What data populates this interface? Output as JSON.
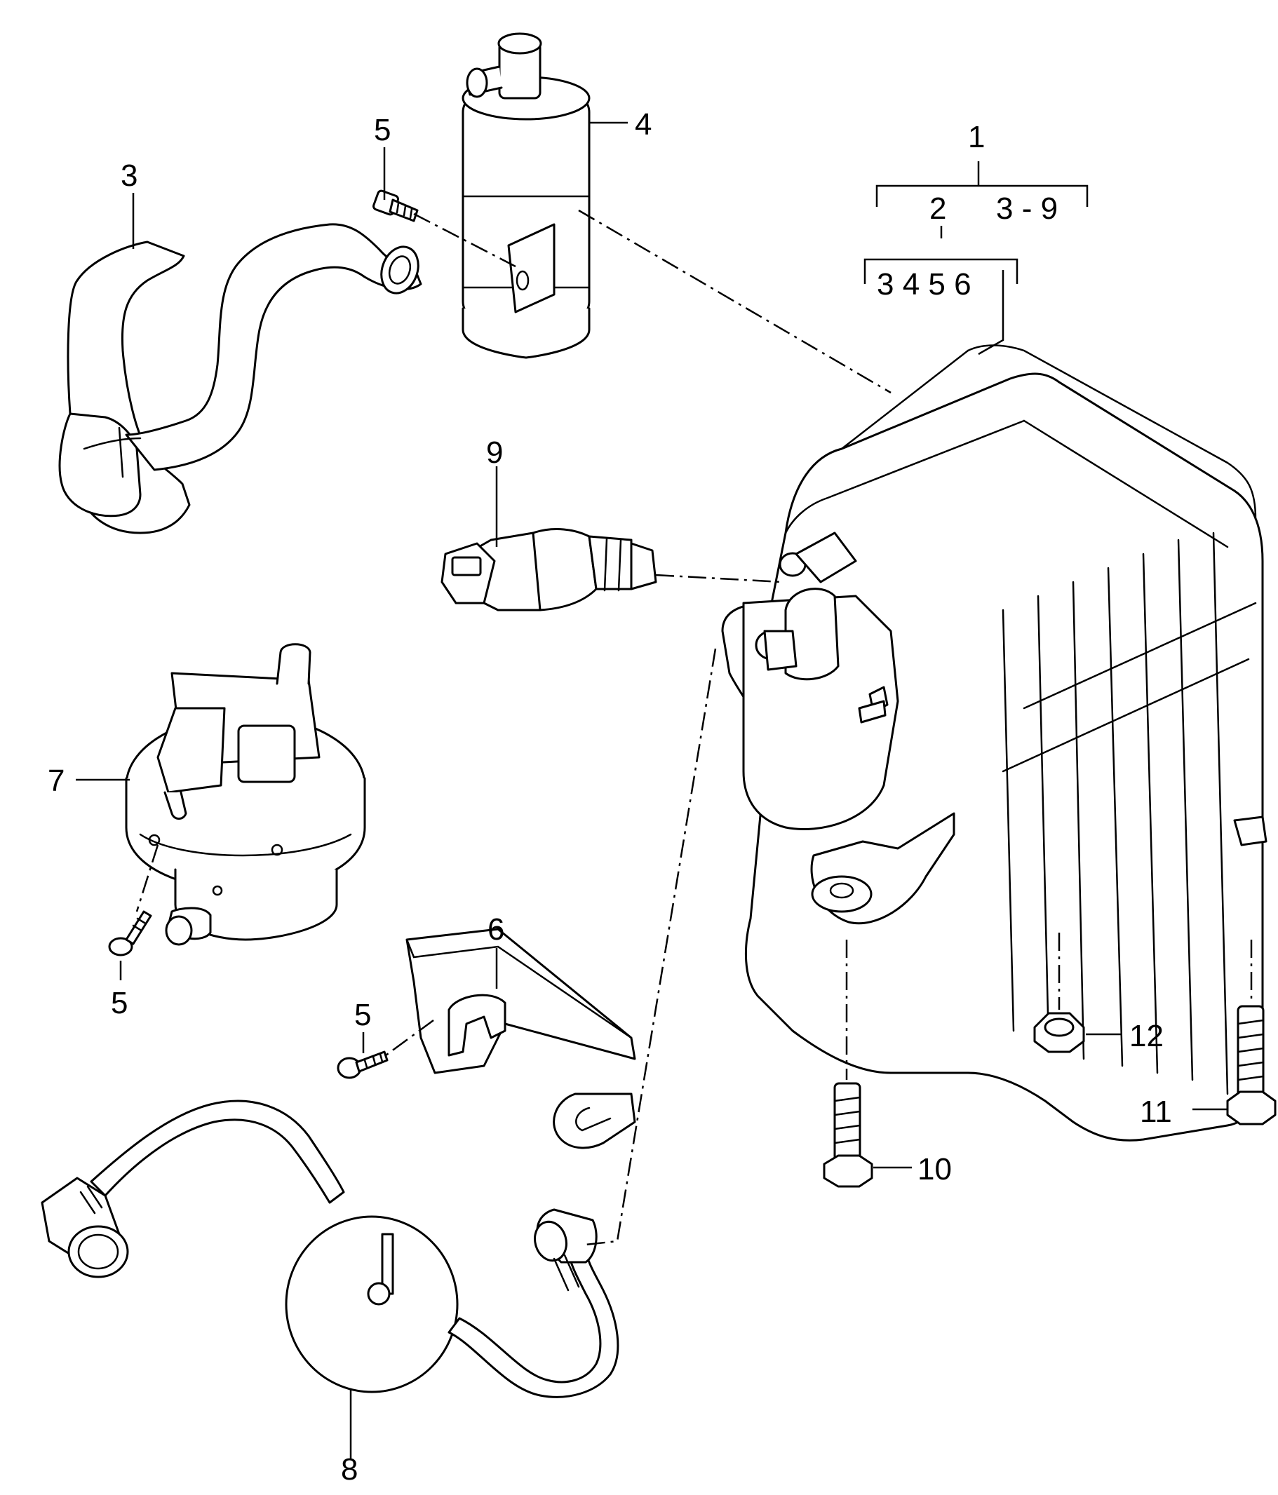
{
  "callouts": {
    "c1": "1",
    "c2": "2",
    "c3_9": "3 - 9",
    "c3456": "3 4 5 6",
    "c3": "3",
    "c4": "4",
    "c5a": "5",
    "c5b": "5",
    "c5c": "5",
    "c6": "6",
    "c7": "7",
    "c8": "8",
    "c9": "9",
    "c10": "10",
    "c11": "11",
    "c12": "12"
  }
}
